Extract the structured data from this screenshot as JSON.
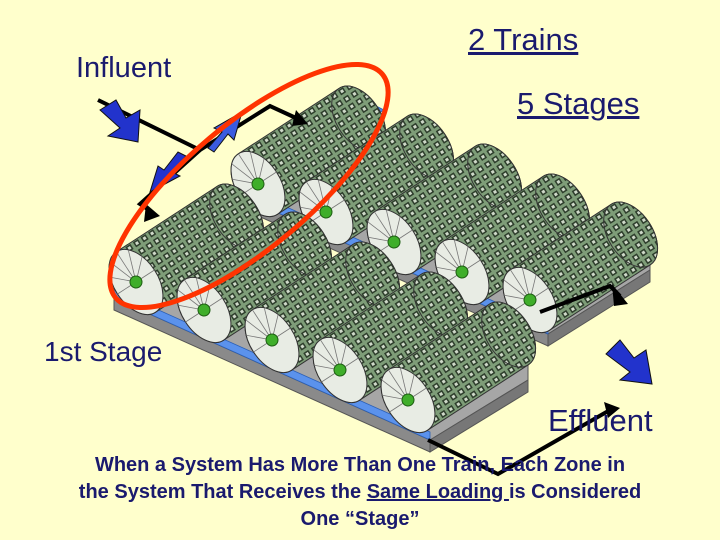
{
  "labels": {
    "influent": "Influent",
    "trains": "2 Trains",
    "stages": "5 Stages",
    "first_stage": "1st Stage",
    "effluent": "Effluent"
  },
  "caption": {
    "line1": "When a System Has More Than One Train, Each Zone in",
    "line2_before": "the System That Receives the ",
    "line2_underlined": "Same Loading ",
    "line2_after": "is Considered",
    "line3": "One “Stage”"
  },
  "colors": {
    "background": "#ffffcc",
    "highlight_ellipse": "#ff3300",
    "flow_arrow": "#2233cc",
    "channel_water": "#4a86e8",
    "basin": "#9a9a9a",
    "media": "#6f8f6a"
  }
}
